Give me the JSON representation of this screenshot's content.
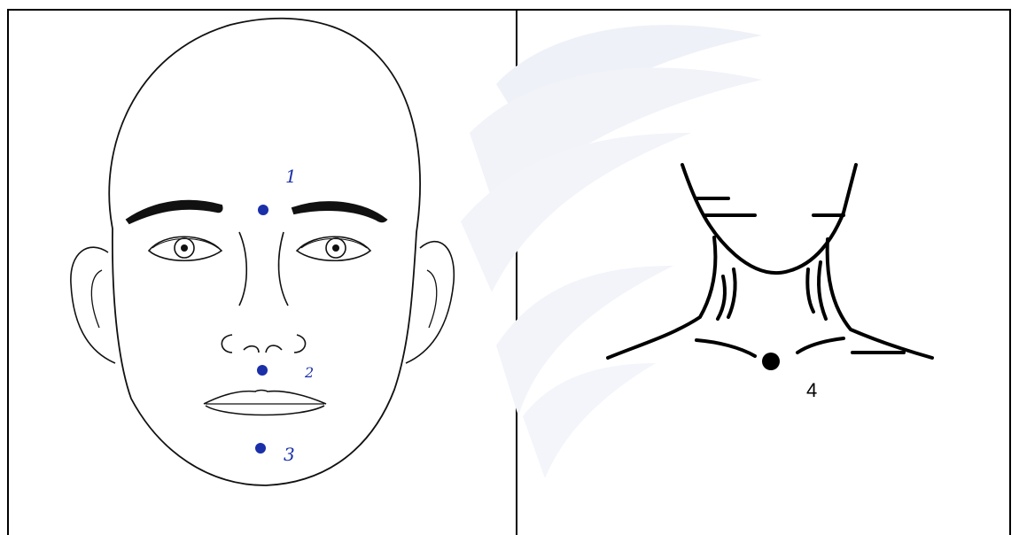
{
  "points": {
    "p1": "1",
    "p2": "2",
    "p3": "3",
    "p4": "4"
  },
  "colors": {
    "marker_face": "#1a2fa8",
    "marker_neck": "#000000",
    "watermark": "#e8ecf4"
  }
}
